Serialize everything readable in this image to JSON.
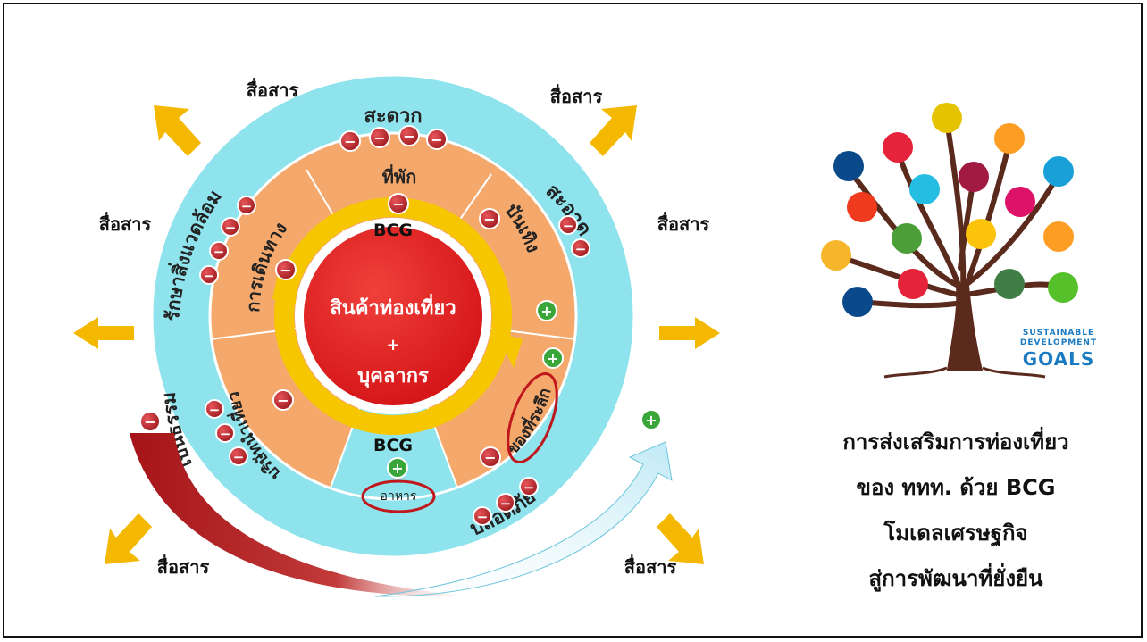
{
  "diagram": {
    "center": {
      "line1": "สินค้าท่องเที่ยว",
      "plus": "+",
      "line2": "บุคลากร"
    },
    "bcg_top": "BCG",
    "bcg_bottom": "BCG",
    "middle_ring": {
      "accommodation": "ที่พัก",
      "travel": "การเดินทาง",
      "tour_company": "บริษัทนำเที่ยว",
      "entertainment": "บันเทิง",
      "souvenir": "ของที่ระลึก",
      "food": "อาหาร"
    },
    "outer_ring": {
      "convenience": "สะดวก",
      "clean": "สะอาด",
      "safety": "ปลอดภัย",
      "environment": "รักษาสิ่งแวดล้อม",
      "fairness": "เป็นธรรม"
    },
    "communication": "สื่อสาร",
    "minus_sign": "−",
    "plus_sign": "+"
  },
  "side_title": {
    "line1": "การส่งเสริมการท่องเที่ยว",
    "line2": "ของ ททท. ด้วย BCG",
    "line3": "โมเดลเศรษฐกิจ",
    "line4": "สู่การพัฒนาที่ยั่งยืน"
  },
  "sdg": {
    "line1": "SUSTAINABLE",
    "line2": "DEVELOPMENT",
    "line3": "GOALS"
  },
  "colors": {
    "outer_ring": "#8ee3ec",
    "middle_ring": "#f5a86b",
    "yellow": "#f6c700",
    "center_red": "#e31d1f",
    "minus": "#c0262a",
    "plus": "#3aa63a",
    "arrow": "#f4b800",
    "tree": "#5a2a1c"
  }
}
